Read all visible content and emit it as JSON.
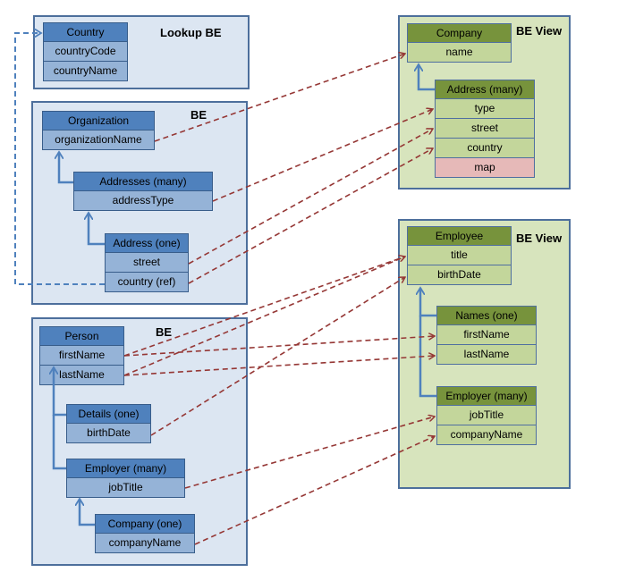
{
  "groups": {
    "lookup": {
      "label": "Lookup BE"
    },
    "org": {
      "label": "BE"
    },
    "person": {
      "label": "BE"
    },
    "company_view": {
      "label": "BE View"
    },
    "employee_view": {
      "label": "BE View"
    }
  },
  "entities": {
    "country": {
      "header": "Country",
      "fields": [
        "countryCode",
        "countryName"
      ]
    },
    "organization": {
      "header": "Organization",
      "fields": [
        "organizationName"
      ]
    },
    "addresses": {
      "header": "Addresses (many)",
      "fields": [
        "addressType"
      ]
    },
    "address_one": {
      "header": "Address (one)",
      "fields": [
        "street",
        "country (ref)"
      ]
    },
    "person": {
      "header": "Person",
      "fields": [
        "firstName",
        "lastName"
      ]
    },
    "details": {
      "header": "Details (one)",
      "fields": [
        "birthDate"
      ]
    },
    "employer_be": {
      "header": "Employer (many)",
      "fields": [
        "jobTitle"
      ]
    },
    "company_one": {
      "header": "Company (one)",
      "fields": [
        "companyName"
      ]
    },
    "company_view": {
      "header": "Company",
      "fields": [
        "name"
      ]
    },
    "address_many": {
      "header": "Address (many)",
      "fields": [
        "type",
        "street",
        "country",
        "map"
      ]
    },
    "employee": {
      "header": "Employee",
      "fields": [
        "title",
        "birthDate"
      ]
    },
    "names_one": {
      "header": "Names (one)",
      "fields": [
        "firstName",
        "lastName"
      ]
    },
    "employer_view": {
      "header": "Employer (many)",
      "fields": [
        "jobTitle",
        "companyName"
      ]
    }
  },
  "colors": {
    "be_header": "#4f81bd",
    "be_row": "#95b3d7",
    "be_group": "#dce6f2",
    "view_header": "#77933c",
    "view_row": "#c3d69b",
    "view_group": "#d7e4bd",
    "unmapped_field": "#e6b9b8",
    "mapping_line": "#953735",
    "reference_line": "#4f81bd"
  }
}
